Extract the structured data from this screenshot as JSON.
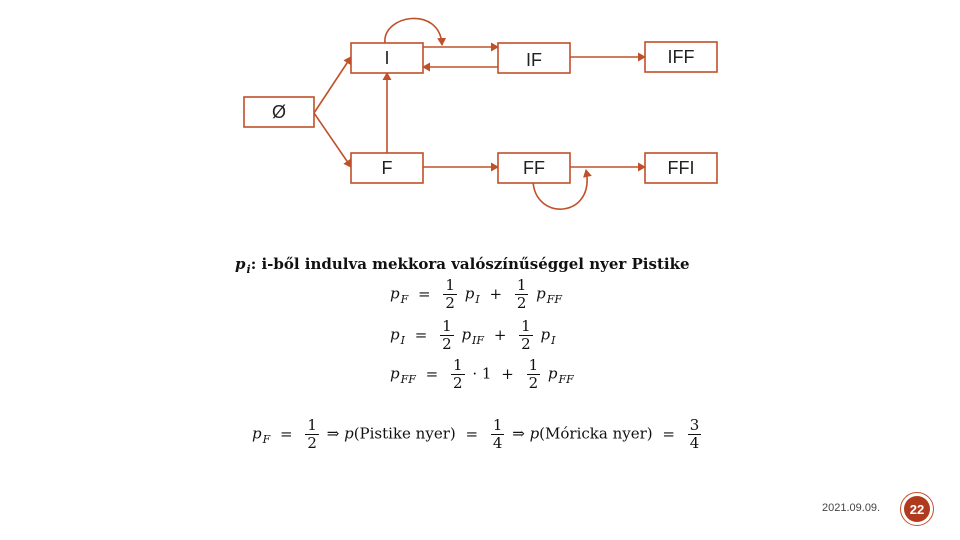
{
  "diagram": {
    "nodes": {
      "empty": "Ø",
      "I": "I",
      "F": "F",
      "IF": "IF",
      "FF": "FF",
      "IFF": "IFF",
      "FFI": "FFI"
    },
    "edge_color": "#c0502a"
  },
  "math": {
    "heading_var": "p",
    "heading_sub": "i",
    "heading_text": ": i-ből indulva mekkora valószínűséggel nyer Pistike",
    "p": "p",
    "eq1": {
      "lhs_sub": "F",
      "t1_sub": "I",
      "t2_sub": "FF"
    },
    "eq2": {
      "lhs_sub": "I",
      "t1_sub": "IF",
      "t2_sub": "I"
    },
    "eq3": {
      "lhs_sub": "FF",
      "dot_one": "· 1",
      "t2_sub": "FF"
    },
    "frac_num": "1",
    "frac_den": "2",
    "result": {
      "lhs_sub": "F",
      "frac1_num": "1",
      "frac1_den": "2",
      "arrow": "⇒",
      "p_pistike": "(Pistike nyer)",
      "frac2_num": "1",
      "frac2_den": "4",
      "p_moricka": "(Móricka nyer)",
      "frac3_num": "3",
      "frac3_den": "4"
    }
  },
  "footer": {
    "date": "2021.09.09.",
    "page": "22",
    "badge_color": "#b03a1e"
  }
}
